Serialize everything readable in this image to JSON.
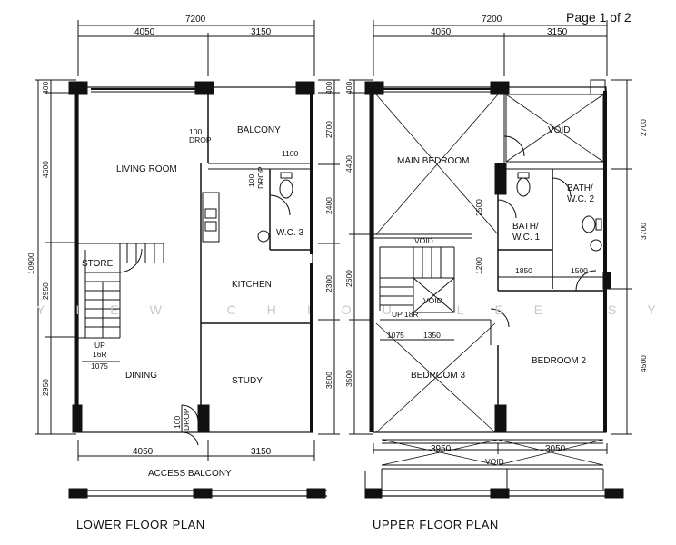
{
  "page_indicator": "Page 1 of 2",
  "watermark": "YIEW CHIOU LEE SYNN",
  "lower": {
    "title": "LOWER FLOOR PLAN",
    "top_total": "7200",
    "top_left": "4050",
    "top_right": "3150",
    "bottom_left": "4050",
    "bottom_right": "3150",
    "left_total": "10900",
    "left_dims": [
      "400",
      "4600",
      "2950",
      "2950"
    ],
    "right_dims": [
      "400",
      "2700",
      "2400",
      "2300",
      "3500"
    ],
    "rooms": {
      "balcony": "BALCONY",
      "living": "LIVING ROOM",
      "store": "STORE",
      "kitchen": "KITCHEN",
      "wc3": "W.C. 3",
      "dining": "DINING",
      "study": "STUDY",
      "access": "ACCESS BALCONY"
    },
    "notes": {
      "drop1": "100",
      "drop1b": "DROP",
      "drop2": "100",
      "drop2b": "DROP",
      "drop3": "100",
      "drop3b": "DROP",
      "d1100": "1100",
      "up": "UP",
      "risers": "16R",
      "d1075": "1075"
    }
  },
  "upper": {
    "title": "UPPER FLOOR PLAN",
    "top_total": "7200",
    "top_left": "4050",
    "top_right": "3150",
    "bottom_left": "3950",
    "bottom_right": "3050",
    "left_dims": [
      "400",
      "4400",
      "2600",
      "3500"
    ],
    "right_dims": [
      "2700",
      "3700",
      "4500"
    ],
    "rooms": {
      "main": "MAIN BEDROOM",
      "void_top": "VOID",
      "bath1a": "BATH/",
      "bath1b": "W.C. 1",
      "bath2a": "BATH/",
      "bath2b": "W.C. 2",
      "void_mid": "VOID",
      "void_stair": "VOID",
      "bed3": "BEDROOM 3",
      "bed2": "BEDROOM 2",
      "void_bottom": "VOID"
    },
    "notes": {
      "d2500": "2500",
      "d1200": "1200",
      "d1850": "1850",
      "d1500": "1500",
      "up": "UP 18R",
      "d1075": "1075",
      "d1350": "1350"
    }
  }
}
